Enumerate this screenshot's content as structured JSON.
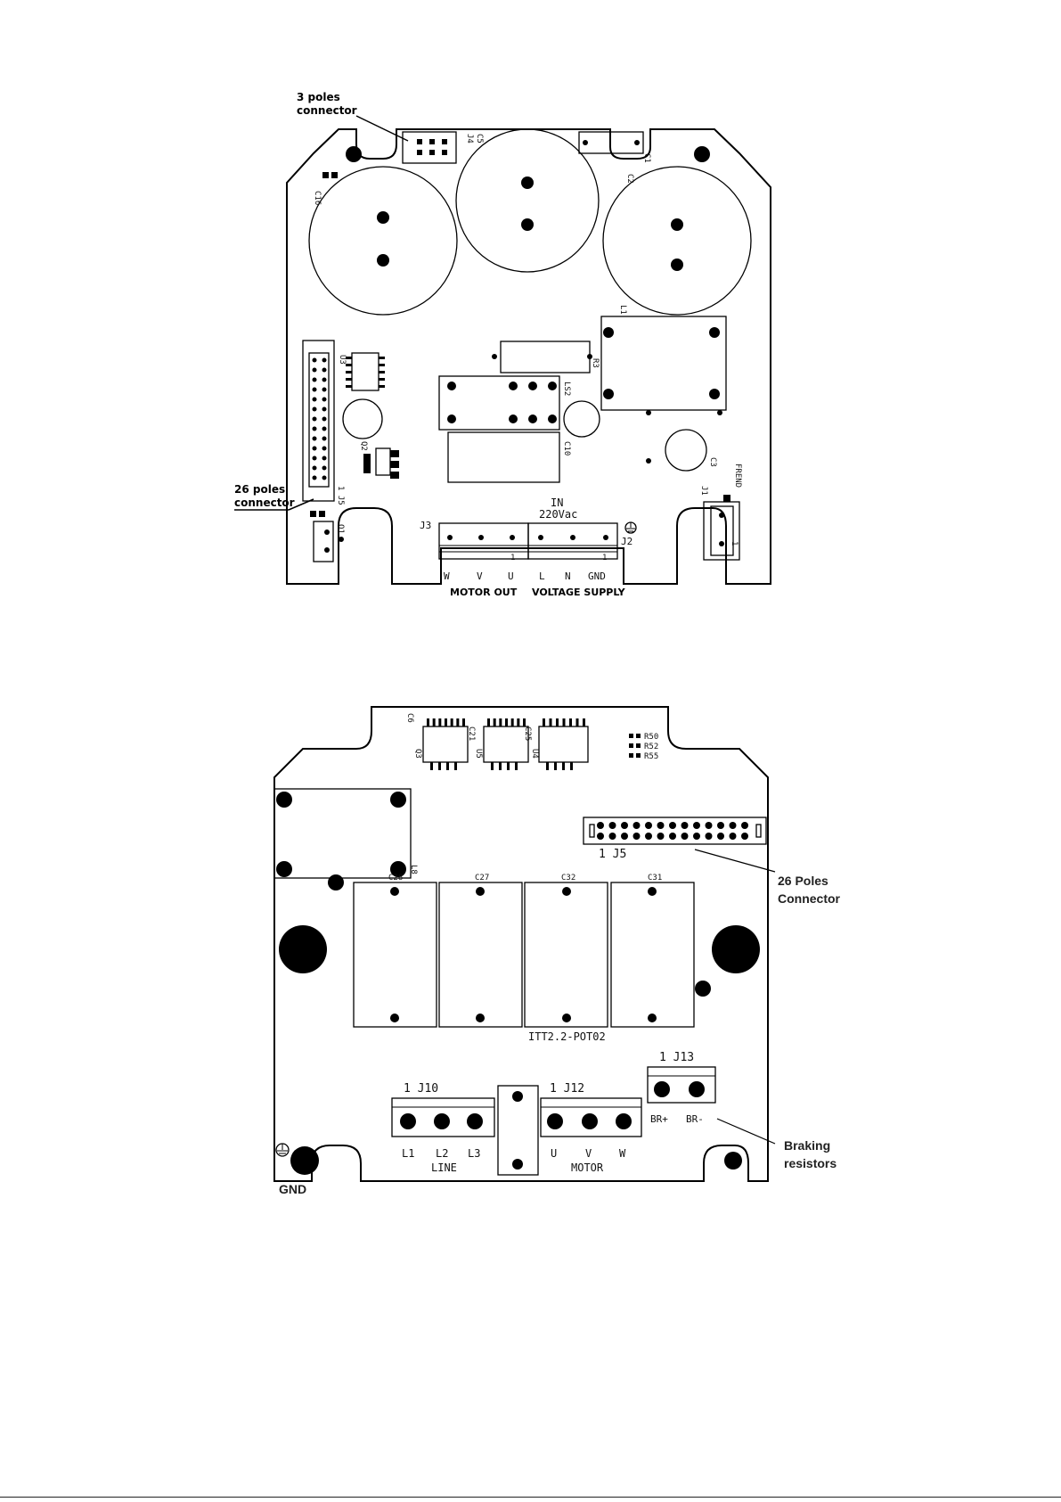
{
  "board_top": {
    "callouts": {
      "three_poles": [
        "3 poles",
        "connector"
      ],
      "twentysix_poles": [
        "26 poles",
        "connector"
      ]
    },
    "refs": {
      "c5": "C5",
      "j4": "J4",
      "c1": "C1",
      "c2": "C2",
      "c16": "C16",
      "l1": "L1",
      "u3": "U3",
      "r3": "R3",
      "ls2": "LS2",
      "c10": "C10",
      "c3": "C3",
      "q2": "Q2",
      "j5": "1 J5",
      "q1": "Q1",
      "j1": "J1",
      "frend": "FREND",
      "j3": "J3",
      "j2": "J2",
      "pin1": "1",
      "in_label": "IN",
      "vac": "220Vac"
    },
    "terminals": [
      "W",
      "V",
      "U",
      "L",
      "N",
      "GND"
    ],
    "groups": {
      "motor_out": "MOTOR OUT",
      "voltage_supply": "VOLTAGE SUPPLY"
    }
  },
  "board_bottom": {
    "refs": {
      "c6": "C6",
      "q3": "Q3",
      "c21": "C21",
      "u5": "U5",
      "c25": "C25",
      "u4": "U4",
      "r50": "R50",
      "r52": "R52",
      "r55": "R55",
      "l8": "L8",
      "c28": "C28",
      "c27": "C27",
      "c32": "C32",
      "c31": "C31",
      "pot": "ITT2.2-POT02",
      "j5": "1 J5",
      "j10": "1 J10",
      "j12": "1 J12",
      "j13": "1 J13"
    },
    "line_terminals": [
      "L1",
      "L2",
      "L3"
    ],
    "line_label": "LINE",
    "motor_terminals": [
      "U",
      "V",
      "W"
    ],
    "motor_label": "MOTOR",
    "brake_terminals": [
      "BR+",
      "BR-"
    ],
    "callouts": {
      "poles26": [
        "26 Poles",
        "Connector"
      ],
      "braking": [
        "Braking",
        "resistors"
      ],
      "gnd": "GND"
    }
  }
}
